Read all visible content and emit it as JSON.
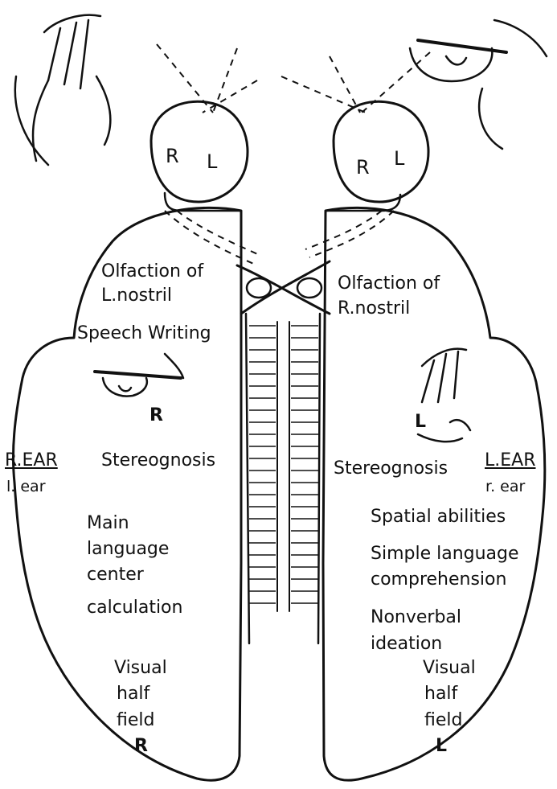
{
  "colors": {
    "ink": "#111111",
    "paper": "#ffffff"
  },
  "eyes": {
    "left": {
      "r": "R",
      "l": "L"
    },
    "right": {
      "r": "R",
      "l": "L"
    }
  },
  "left_hemisphere": {
    "olfaction_line1": "Olfaction of",
    "olfaction_line2": "L.nostril",
    "speech_writing": "Speech Writing",
    "hand_letter": "R",
    "ear_label": "R.EAR",
    "ear_sub": "l. ear",
    "stereognosis": "Stereognosis",
    "main_line1": "Main",
    "main_line2": "language",
    "main_line3": "center",
    "main_line4": "calculation",
    "visual_line1": "Visual",
    "visual_line2": "half",
    "visual_line3": "field",
    "visual_line4": "R"
  },
  "right_hemisphere": {
    "olfaction_line1": "Olfaction of",
    "olfaction_line2": "R.nostril",
    "hand_letter": "L",
    "stereognosis": "Stereognosis",
    "ear_label": "L.EAR",
    "ear_sub": "r. ear",
    "spatial": "Spatial abilities",
    "simple_line1": "Simple language",
    "simple_line2": "comprehension",
    "nonverbal_line1": "Nonverbal",
    "nonverbal_line2": "ideation",
    "visual_line1": "Visual",
    "visual_line2": "half",
    "visual_line3": "field",
    "visual_line4": "L"
  }
}
